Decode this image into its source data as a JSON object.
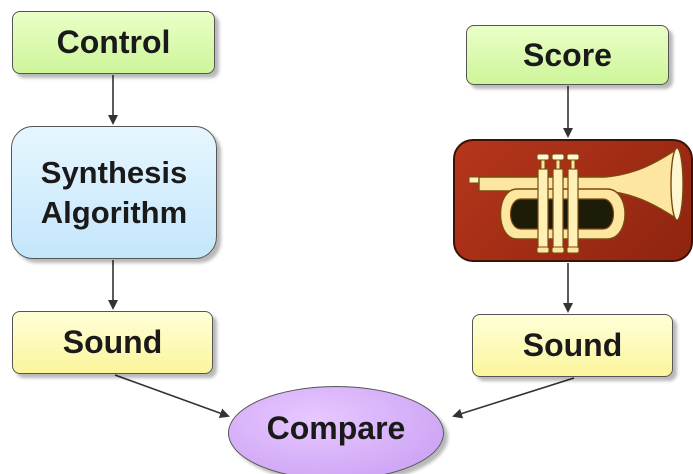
{
  "nodes": {
    "control": "Control",
    "synthesis_line1": "Synthesis",
    "synthesis_line2": "Algorithm",
    "sound_left": "Sound",
    "score": "Score",
    "sound_right": "Sound",
    "compare": "Compare"
  },
  "trumpet_image": {
    "icon": "trumpet-icon"
  },
  "colors": {
    "control_fill": "#cdf59a",
    "synthesis_fill": "#c4e6fb",
    "sound_fill": "#fbf59c",
    "compare_fill": "#c79af2",
    "trumpet_panel_fill": "#a32d15",
    "arrow": "#333333"
  }
}
